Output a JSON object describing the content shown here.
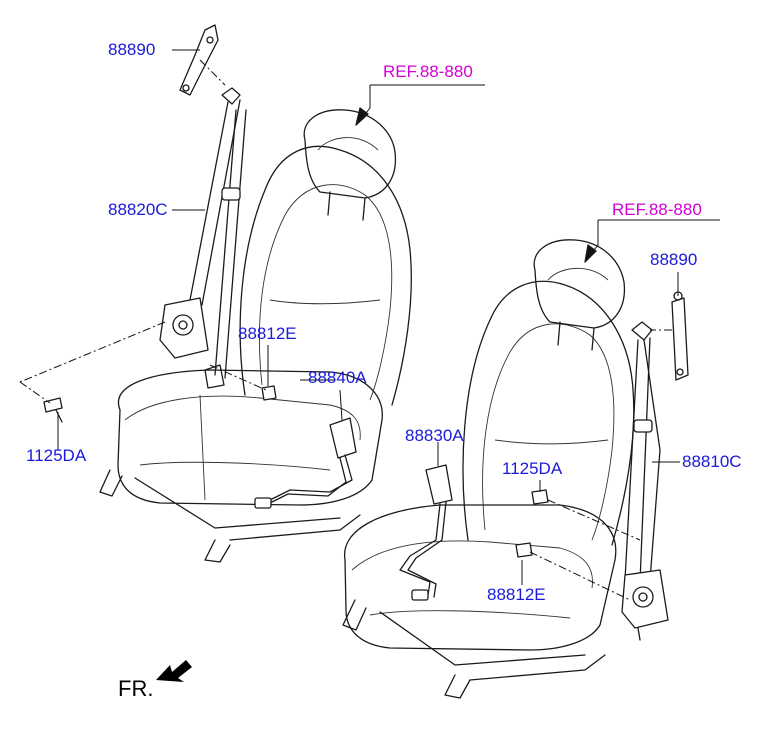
{
  "diagram": {
    "labels": {
      "p88890_top": "88890",
      "p88820C": "88820C",
      "p88812E_left": "88812E",
      "p88840A": "88840A",
      "p1125DA_left": "1125DA",
      "ref_top": "REF.88-880",
      "ref_right": "REF.88-880",
      "p88890_right": "88890",
      "p88830A": "88830A",
      "p1125DA_right": "1125DA",
      "p88810C": "88810C",
      "p88812E_right": "88812E",
      "fr": "FR."
    },
    "colors": {
      "part_label": "#1a1adb",
      "ref_label": "#d400d4",
      "line": "#1b1b1b"
    }
  }
}
